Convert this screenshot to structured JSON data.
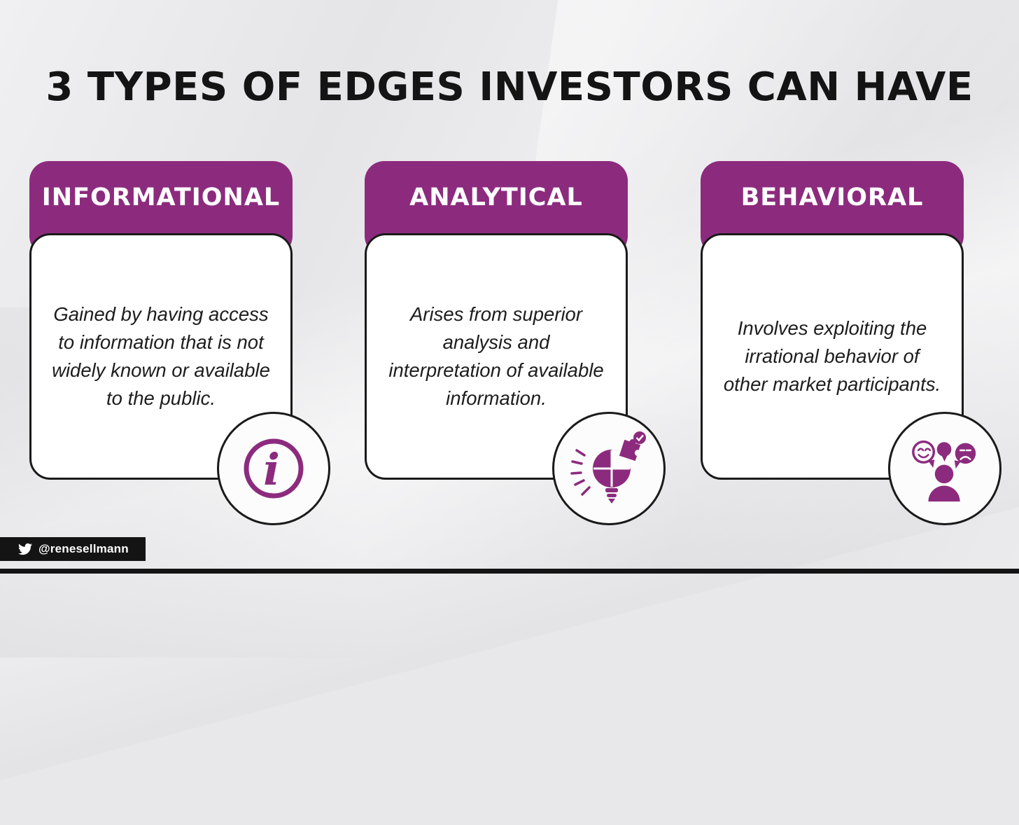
{
  "title": "3 TYPES OF EDGES INVESTORS CAN HAVE",
  "cards": [
    {
      "title": "INFORMATIONAL",
      "description": "Gained by having access to information that is not widely known or available to the public.",
      "icon": "info-icon"
    },
    {
      "title": "ANALYTICAL",
      "description": "Arises from superior analysis and interpretation of available information.",
      "icon": "lightbulb-puzzle-icon"
    },
    {
      "title": "BEHAVIORAL",
      "description": "Involves exploiting the irrational behavior of other market participants.",
      "icon": "emotions-people-icon"
    }
  ],
  "footer": {
    "handle": "@renesellmann",
    "icon": "twitter-icon"
  },
  "colors": {
    "accent": "#8c2b7e",
    "text": "#161616",
    "card_bg": "#ffffff",
    "footer_bg": "#141414",
    "background": "#e8e8ea"
  }
}
